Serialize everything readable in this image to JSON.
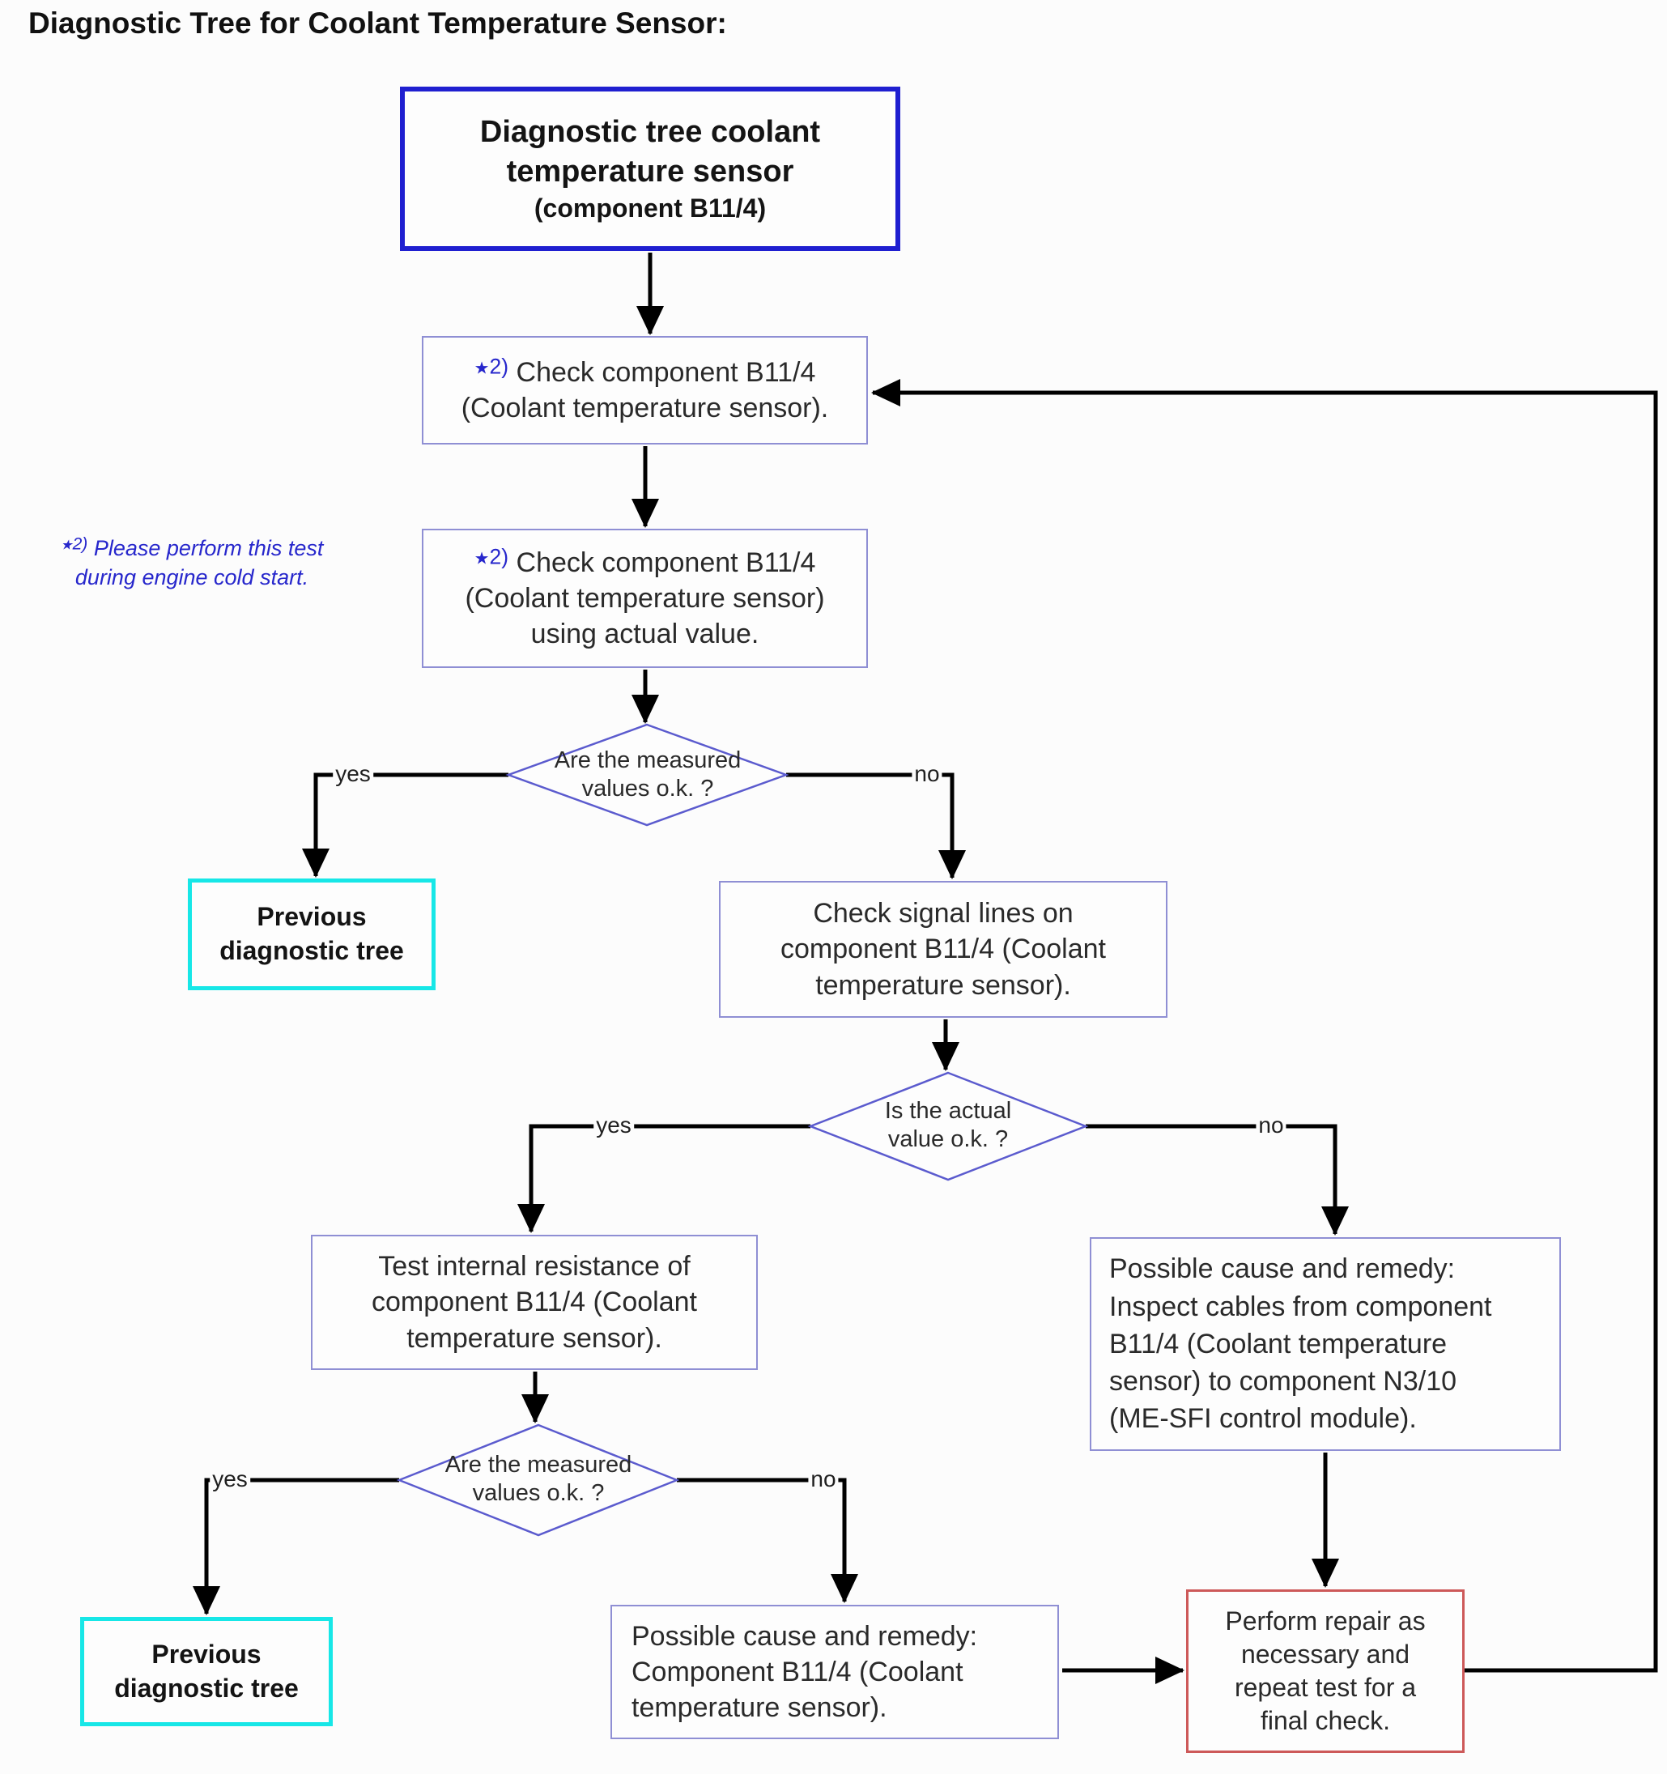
{
  "title": "Diagnostic Tree for Coolant Temperature Sensor:",
  "footnote_marker": {
    "star": "★",
    "sup": "2)"
  },
  "note": {
    "lines": [
      "Please perform this test",
      "during engine cold start."
    ]
  },
  "decision_labels": {
    "yes": "yes",
    "no": "no"
  },
  "nodes": {
    "start": {
      "lines": [
        "Diagnostic tree coolant",
        "temperature sensor",
        "(component B11/4)"
      ]
    },
    "check_sensor": {
      "lines": [
        "Check component B11/4",
        "(Coolant temperature sensor)."
      ]
    },
    "check_actual": {
      "lines": [
        "Check component B11/4",
        "(Coolant temperature sensor)",
        "using actual value."
      ]
    },
    "decision_measured_1": {
      "lines": [
        "Are the measured",
        "values o.k. ?"
      ]
    },
    "previous_tree_1": {
      "lines": [
        "Previous",
        "diagnostic tree"
      ]
    },
    "check_signal": {
      "lines": [
        "Check signal lines on",
        "component B11/4 (Coolant",
        "temperature sensor)."
      ]
    },
    "decision_actual": {
      "lines": [
        "Is the actual",
        "value o.k. ?"
      ]
    },
    "test_resistance": {
      "lines": [
        "Test internal resistance of",
        "component B11/4 (Coolant",
        "temperature sensor)."
      ]
    },
    "inspect_cables": {
      "lines": [
        "Possible cause and remedy:",
        "Inspect cables from component",
        "B11/4 (Coolant temperature",
        "sensor) to component N3/10",
        "(ME-SFI control module)."
      ]
    },
    "decision_measured_2": {
      "lines": [
        "Are the measured",
        "values o.k. ?"
      ]
    },
    "previous_tree_2": {
      "lines": [
        "Previous",
        "diagnostic tree"
      ]
    },
    "cause_component": {
      "lines": [
        "Possible cause and remedy:",
        "Component B11/4 (Coolant",
        "temperature sensor)."
      ]
    },
    "repair": {
      "lines": [
        "Perform repair as",
        "necessary and",
        "repeat test for a",
        "final check."
      ]
    }
  },
  "colors": {
    "start_border": "#1f1fd0",
    "process_border": "#8f8fd4",
    "diamond_stroke": "#5b5bce",
    "previous_border": "#17e7e7",
    "repair_border": "#cd5959",
    "connector": "#000000",
    "footnote_blue": "#2727cc",
    "text": "#1f1f1f"
  }
}
